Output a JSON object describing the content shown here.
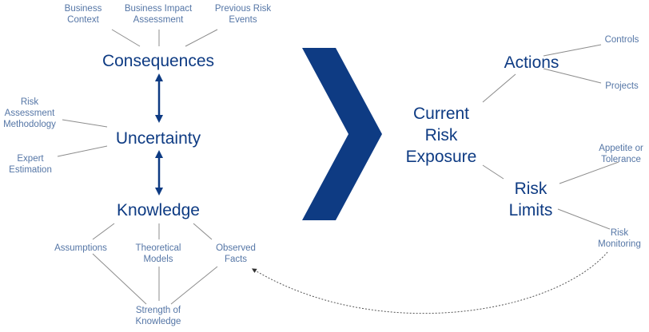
{
  "left": {
    "consequences": "Consequences",
    "uncertainty": "Uncertainty",
    "knowledge": "Knowledge",
    "business_context": [
      "Business",
      "Context"
    ],
    "business_impact": [
      "Business Impact",
      "Assessment"
    ],
    "previous_risk": [
      "Previous Risk",
      "Events"
    ],
    "risk_assessment": [
      "Risk",
      "Assessment",
      "Methodology"
    ],
    "expert_estimation": [
      "Expert",
      "Estimation"
    ],
    "assumptions": [
      "Assumptions"
    ],
    "theoretical_models": [
      "Theoretical",
      "Models"
    ],
    "observed_facts": [
      "Observed",
      "Facts"
    ],
    "strength_of_knowledge": [
      "Strength of",
      "Knowledge"
    ]
  },
  "right": {
    "current_risk_exposure": [
      "Current",
      "Risk",
      "Exposure"
    ],
    "actions": "Actions",
    "risk_limits": [
      "Risk",
      "Limits"
    ],
    "controls": [
      "Controls"
    ],
    "projects": [
      "Projects"
    ],
    "appetite": [
      "Appetite or",
      "Tolerance"
    ],
    "risk_monitoring": [
      "Risk",
      "Monitoring"
    ]
  },
  "colors": {
    "major_text": "#0e3b83",
    "minor_text": "#5576a6",
    "chevron": "#0e3b83",
    "connector": "#8c8c8c"
  }
}
